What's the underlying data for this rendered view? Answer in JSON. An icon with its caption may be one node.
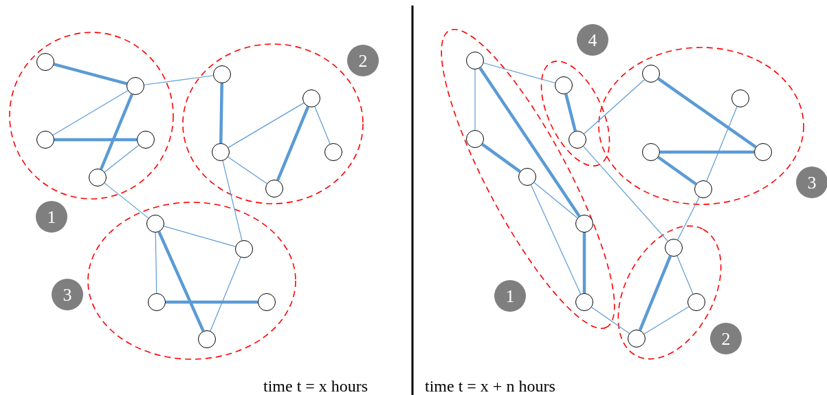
{
  "diagram": {
    "nodes": [
      {
        "text": [],
        "shape": "ellipse"
      },
      {
        "text": [],
        "shape": "circle",
        "in": 0
      },
      {
        "text": [],
        "shape": "circle",
        "in": 0
      },
      {
        "text": [],
        "shape": "circle",
        "in": 0
      },
      {
        "text": [],
        "shape": "circle",
        "in": 0
      },
      {
        "text": [],
        "shape": "circle",
        "in": 0
      },
      {
        "text": [],
        "shape": "ellipse"
      },
      {
        "text": [],
        "shape": "circle",
        "in": 6
      },
      {
        "text": [],
        "shape": "circle",
        "in": 6
      },
      {
        "text": [],
        "shape": "circle",
        "in": 6
      },
      {
        "text": [],
        "shape": "circle",
        "in": 6
      },
      {
        "text": [],
        "shape": "circle",
        "in": 6
      },
      {
        "text": [
          "2"
        ]
      },
      {
        "text": [
          "1"
        ]
      },
      {
        "text": [],
        "shape": "ellipse"
      },
      {
        "text": [],
        "shape": "circle",
        "in": 14
      },
      {
        "text": [],
        "shape": "circle",
        "in": 14
      },
      {
        "text": [],
        "shape": "circle",
        "in": 14
      },
      {
        "text": [],
        "shape": "circle",
        "in": 14
      },
      {
        "text": [],
        "shape": "circle",
        "in": 14
      },
      {
        "text": [
          "3"
        ]
      },
      {
        "text": [],
        "shape": "ellipse"
      },
      {
        "text": [],
        "shape": "circle",
        "in": 21
      },
      {
        "text": [],
        "shape": "circle",
        "in": 21
      },
      {
        "text": [],
        "shape": "circle",
        "in": 21
      },
      {
        "text": [],
        "shape": "circle",
        "in": 21
      },
      {
        "text": [],
        "shape": "circle",
        "in": 21
      },
      {
        "text": [
          "4"
        ]
      },
      {
        "text": [],
        "shape": "ellipse"
      },
      {
        "text": [],
        "shape": "circle",
        "in": 28
      },
      {
        "text": [],
        "shape": "circle",
        "in": 28
      },
      {
        "text": [],
        "shape": "ellipse"
      },
      {
        "text": [],
        "shape": "circle",
        "in": 31
      },
      {
        "text": [],
        "shape": "circle",
        "in": 31
      },
      {
        "text": [],
        "shape": "circle",
        "in": 31
      },
      {
        "text": [],
        "shape": "circle",
        "in": 31
      },
      {
        "text": [],
        "shape": "circle",
        "in": 31
      },
      {
        "text": [
          "3"
        ]
      },
      {
        "text": [
          "1"
        ]
      },
      {
        "text": [],
        "shape": "ellipse"
      },
      {
        "text": [],
        "shape": "circle",
        "in": 39
      },
      {
        "text": [],
        "shape": "circle",
        "in": 39
      },
      {
        "text": [],
        "shape": "circle",
        "in": 39
      },
      {
        "text": [
          "2"
        ]
      }
    ],
    "edges": [
      {
        "from": 1,
        "to": 2,
        "arrow": "none",
        "style": "thick"
      },
      {
        "from": 2,
        "to": 7,
        "arrow": "none"
      },
      {
        "from": 2,
        "to": 3,
        "arrow": "none"
      },
      {
        "from": 2,
        "to": 5,
        "arrow": "none",
        "style": "thick"
      },
      {
        "from": 3,
        "to": 4,
        "arrow": "none",
        "style": "thick"
      },
      {
        "from": 4,
        "to": 5,
        "arrow": "none"
      },
      {
        "from": 5,
        "to": 15,
        "arrow": "none"
      },
      {
        "from": 7,
        "to": 8,
        "arrow": "none",
        "style": "thick"
      },
      {
        "from": 8,
        "to": 9,
        "arrow": "none"
      },
      {
        "from": 9,
        "to": 11,
        "arrow": "none",
        "style": "thick"
      },
      {
        "from": 9,
        "to": 10,
        "arrow": "none"
      },
      {
        "from": 8,
        "to": 11,
        "arrow": "none"
      },
      {
        "from": 8,
        "to": 16,
        "arrow": "none"
      },
      {
        "from": 15,
        "to": 16,
        "arrow": "none"
      },
      {
        "from": 15,
        "to": 17,
        "arrow": "none"
      },
      {
        "from": 15,
        "to": 19,
        "arrow": "none",
        "style": "thick"
      },
      {
        "from": 17,
        "to": 18,
        "arrow": "none",
        "style": "thick"
      },
      {
        "from": 16,
        "to": 19,
        "arrow": "none"
      },
      {
        "from": 22,
        "to": 29,
        "arrow": "none"
      },
      {
        "from": 22,
        "to": 23,
        "arrow": "none"
      },
      {
        "from": 22,
        "to": 25,
        "arrow": "none",
        "style": "thick"
      },
      {
        "from": 23,
        "to": 24,
        "arrow": "none",
        "style": "thick"
      },
      {
        "from": 24,
        "to": 25,
        "arrow": "none"
      },
      {
        "from": 24,
        "to": 26,
        "arrow": "none"
      },
      {
        "from": 25,
        "to": 26,
        "arrow": "none",
        "style": "thick"
      },
      {
        "from": 29,
        "to": 30,
        "arrow": "none",
        "style": "thick"
      },
      {
        "from": 30,
        "to": 32,
        "arrow": "none"
      },
      {
        "from": 30,
        "to": 40,
        "arrow": "none"
      },
      {
        "from": 32,
        "to": 35,
        "arrow": "none",
        "style": "thick"
      },
      {
        "from": 34,
        "to": 35,
        "arrow": "none",
        "style": "thick"
      },
      {
        "from": 34,
        "to": 36,
        "arrow": "none",
        "style": "thick"
      },
      {
        "from": 33,
        "to": 36,
        "arrow": "none"
      },
      {
        "from": 36,
        "to": 40,
        "arrow": "none"
      },
      {
        "from": 40,
        "to": 42,
        "arrow": "none",
        "style": "thick"
      },
      {
        "from": 40,
        "to": 41,
        "arrow": "none"
      },
      {
        "from": 41,
        "to": 42,
        "arrow": "none"
      },
      {
        "from": 26,
        "to": 42,
        "arrow": "none"
      }
    ],
    "labels": [
      "time t = x hours",
      "time t = x + n hours"
    ]
  }
}
